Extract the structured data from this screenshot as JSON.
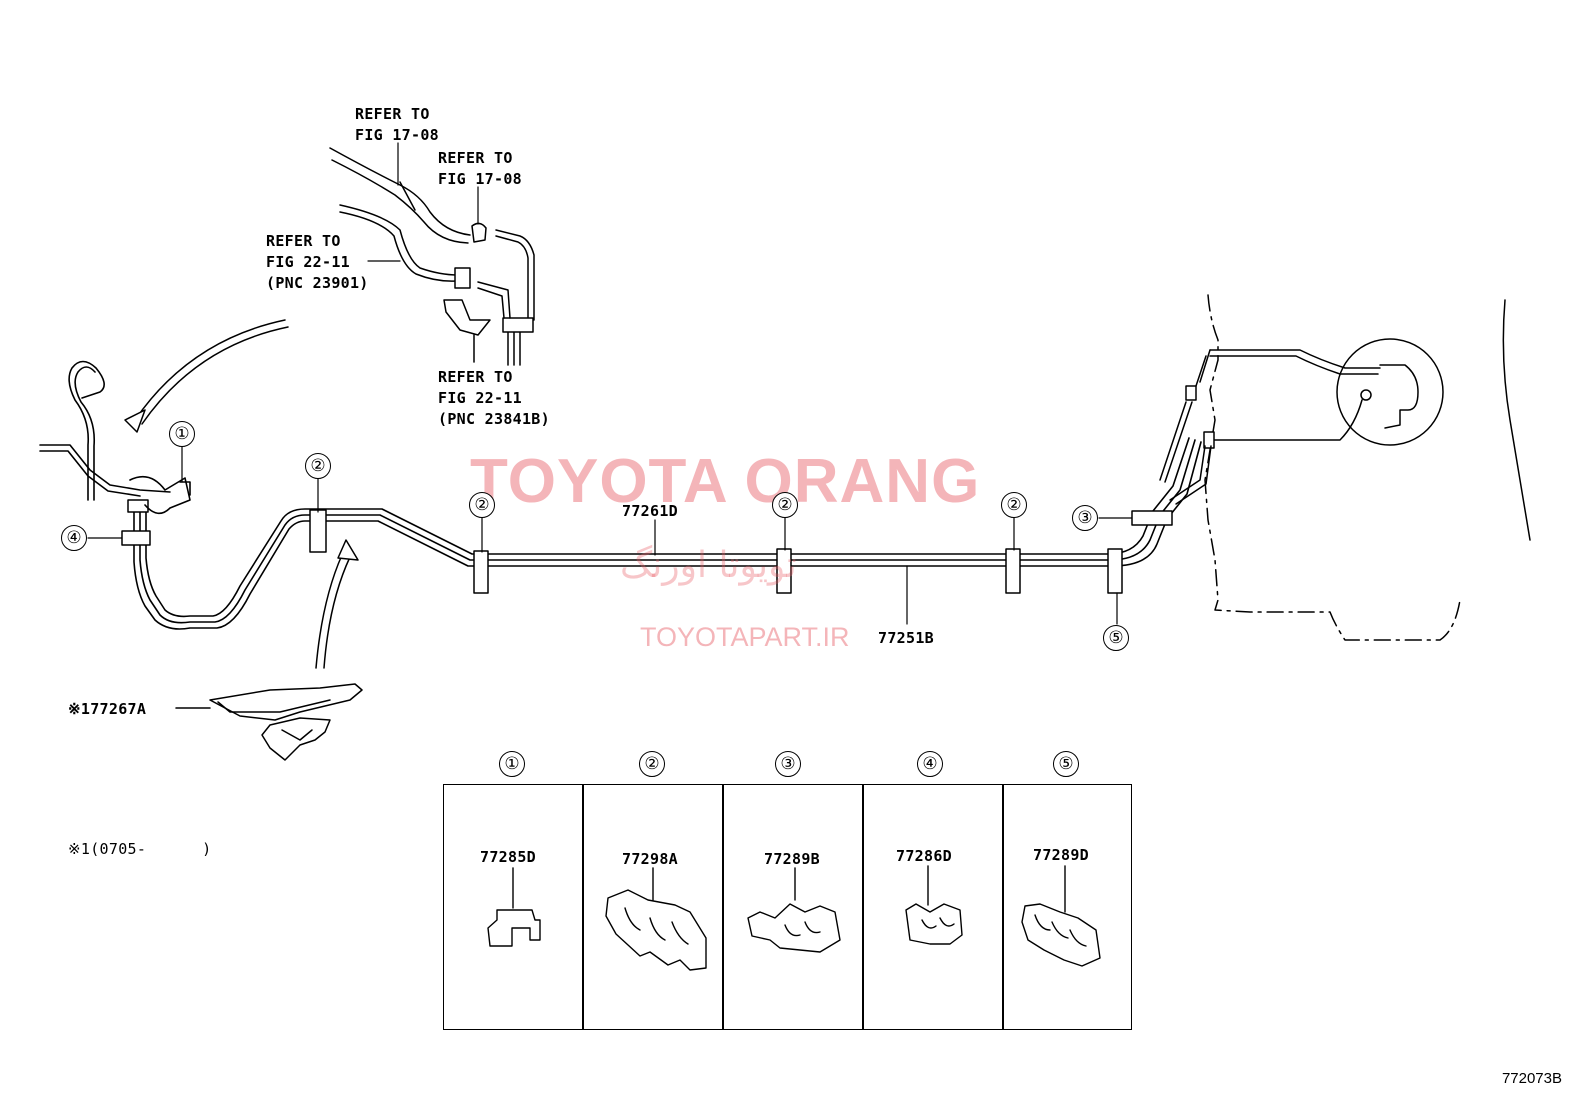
{
  "refer_labels": {
    "ref1": {
      "line1": "REFER TO",
      "line2": "FIG 17-08"
    },
    "ref2": {
      "line1": "REFER TO",
      "line2": "FIG 17-08"
    },
    "ref3": {
      "line1": "REFER TO",
      "line2": "FIG 22-11",
      "line3": "(PNC 23901)"
    },
    "ref4": {
      "line1": "REFER TO",
      "line2": "FIG 22-11",
      "line3": "(PNC 23841B)"
    }
  },
  "part_numbers": {
    "tube_upper": "77261D",
    "tube_lower": "77251B",
    "protector": "※177267A"
  },
  "footnote": "※1(0705-      )",
  "callouts": {
    "c1": "①",
    "c2": "②",
    "c3": "③",
    "c4": "④",
    "c5": "⑤"
  },
  "clamp_table": [
    {
      "index": "①",
      "part": "77285D"
    },
    {
      "index": "②",
      "part": "77298A"
    },
    {
      "index": "③",
      "part": "77289B"
    },
    {
      "index": "④",
      "part": "77286D"
    },
    {
      "index": "⑤",
      "part": "77289D"
    }
  ],
  "watermark": {
    "main": "TOYOTA ORANG",
    "persian": "تویوتا اورنگ",
    "site": "TOYOTAPART.IR"
  },
  "figure_id": "772073B"
}
